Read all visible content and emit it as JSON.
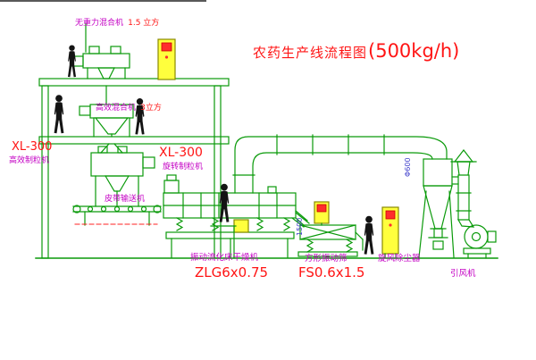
{
  "title": {
    "name": "农药生产线流程图",
    "capacity": "(500kg/h)"
  },
  "equipment_labels": {
    "gravity_mixer": {
      "name": "无重力混合机",
      "spec": "1.5 立方"
    },
    "high_eff_mixer": {
      "name": "高效混合机",
      "spec": "3立方"
    },
    "granulator_left": {
      "model": "XL-300",
      "name": "高效制粒机"
    },
    "granulator_right": {
      "model": "XL-300",
      "name": "旋转制粒机"
    },
    "belt_conveyor": {
      "name": "皮带输送机"
    },
    "fluid_bed_dryer": {
      "name": "振动流化床干燥机",
      "model": "ZLG6x0.75"
    },
    "vibrating_sieve": {
      "name": "方形振动筛",
      "model": "FS0.6x1.5"
    },
    "cyclone": {
      "name": "旋风除尘器"
    },
    "induced_fan": {
      "name": "引风机"
    }
  },
  "dimensions": {
    "dryer_length": "1500",
    "duct_diameter": "Φ600"
  },
  "colors": {
    "line_green": "#0a9a0a",
    "label_magenta": "#c400c4",
    "title_red": "#ff1414",
    "cabinet_yellow": "#ffff3d",
    "cabinet_red": "#ff2d2d",
    "dimension_blue": "#4040cc",
    "figure_black": "#141414"
  }
}
